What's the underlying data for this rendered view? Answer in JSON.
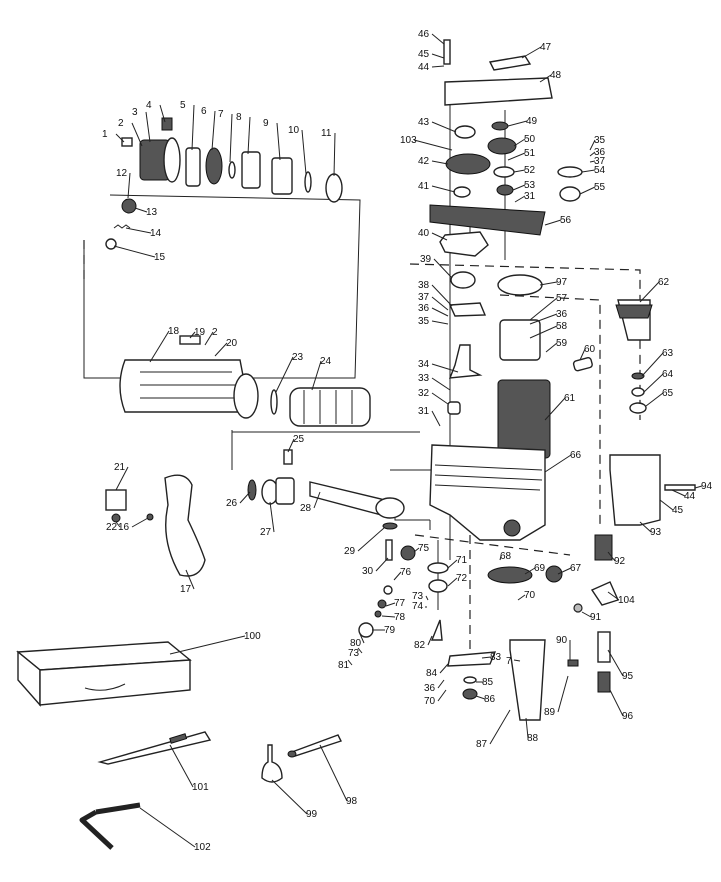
{
  "title": "Exploded parts diagram",
  "callouts": [
    "1",
    "2",
    "3",
    "4",
    "5",
    "6",
    "7",
    "8",
    "9",
    "10",
    "11",
    "12",
    "13",
    "14",
    "15",
    "18",
    "19",
    "2",
    "20",
    "23",
    "24",
    "25",
    "21",
    "22",
    "16",
    "17",
    "26",
    "27",
    "28",
    "29",
    "30",
    "46",
    "45",
    "44",
    "47",
    "48",
    "43",
    "103",
    "42",
    "49",
    "50",
    "51",
    "52",
    "53",
    "31",
    "41",
    "35",
    "36",
    "37",
    "54",
    "55",
    "56",
    "40",
    "39",
    "38",
    "37",
    "36",
    "35",
    "97",
    "57",
    "36",
    "58",
    "59",
    "60",
    "62",
    "63",
    "64",
    "65",
    "34",
    "33",
    "32",
    "31",
    "61",
    "66",
    "94",
    "44",
    "45",
    "93",
    "92",
    "68",
    "69",
    "67",
    "75",
    "71",
    "72",
    "76",
    "73",
    "74",
    "77",
    "78",
    "79",
    "80",
    "73",
    "81",
    "82",
    "70",
    "104",
    "91",
    "90",
    "83",
    "7",
    "84",
    "85",
    "36",
    "86",
    "70",
    "95",
    "89",
    "96",
    "87",
    "88",
    "100",
    "101",
    "99",
    "98",
    "102"
  ]
}
